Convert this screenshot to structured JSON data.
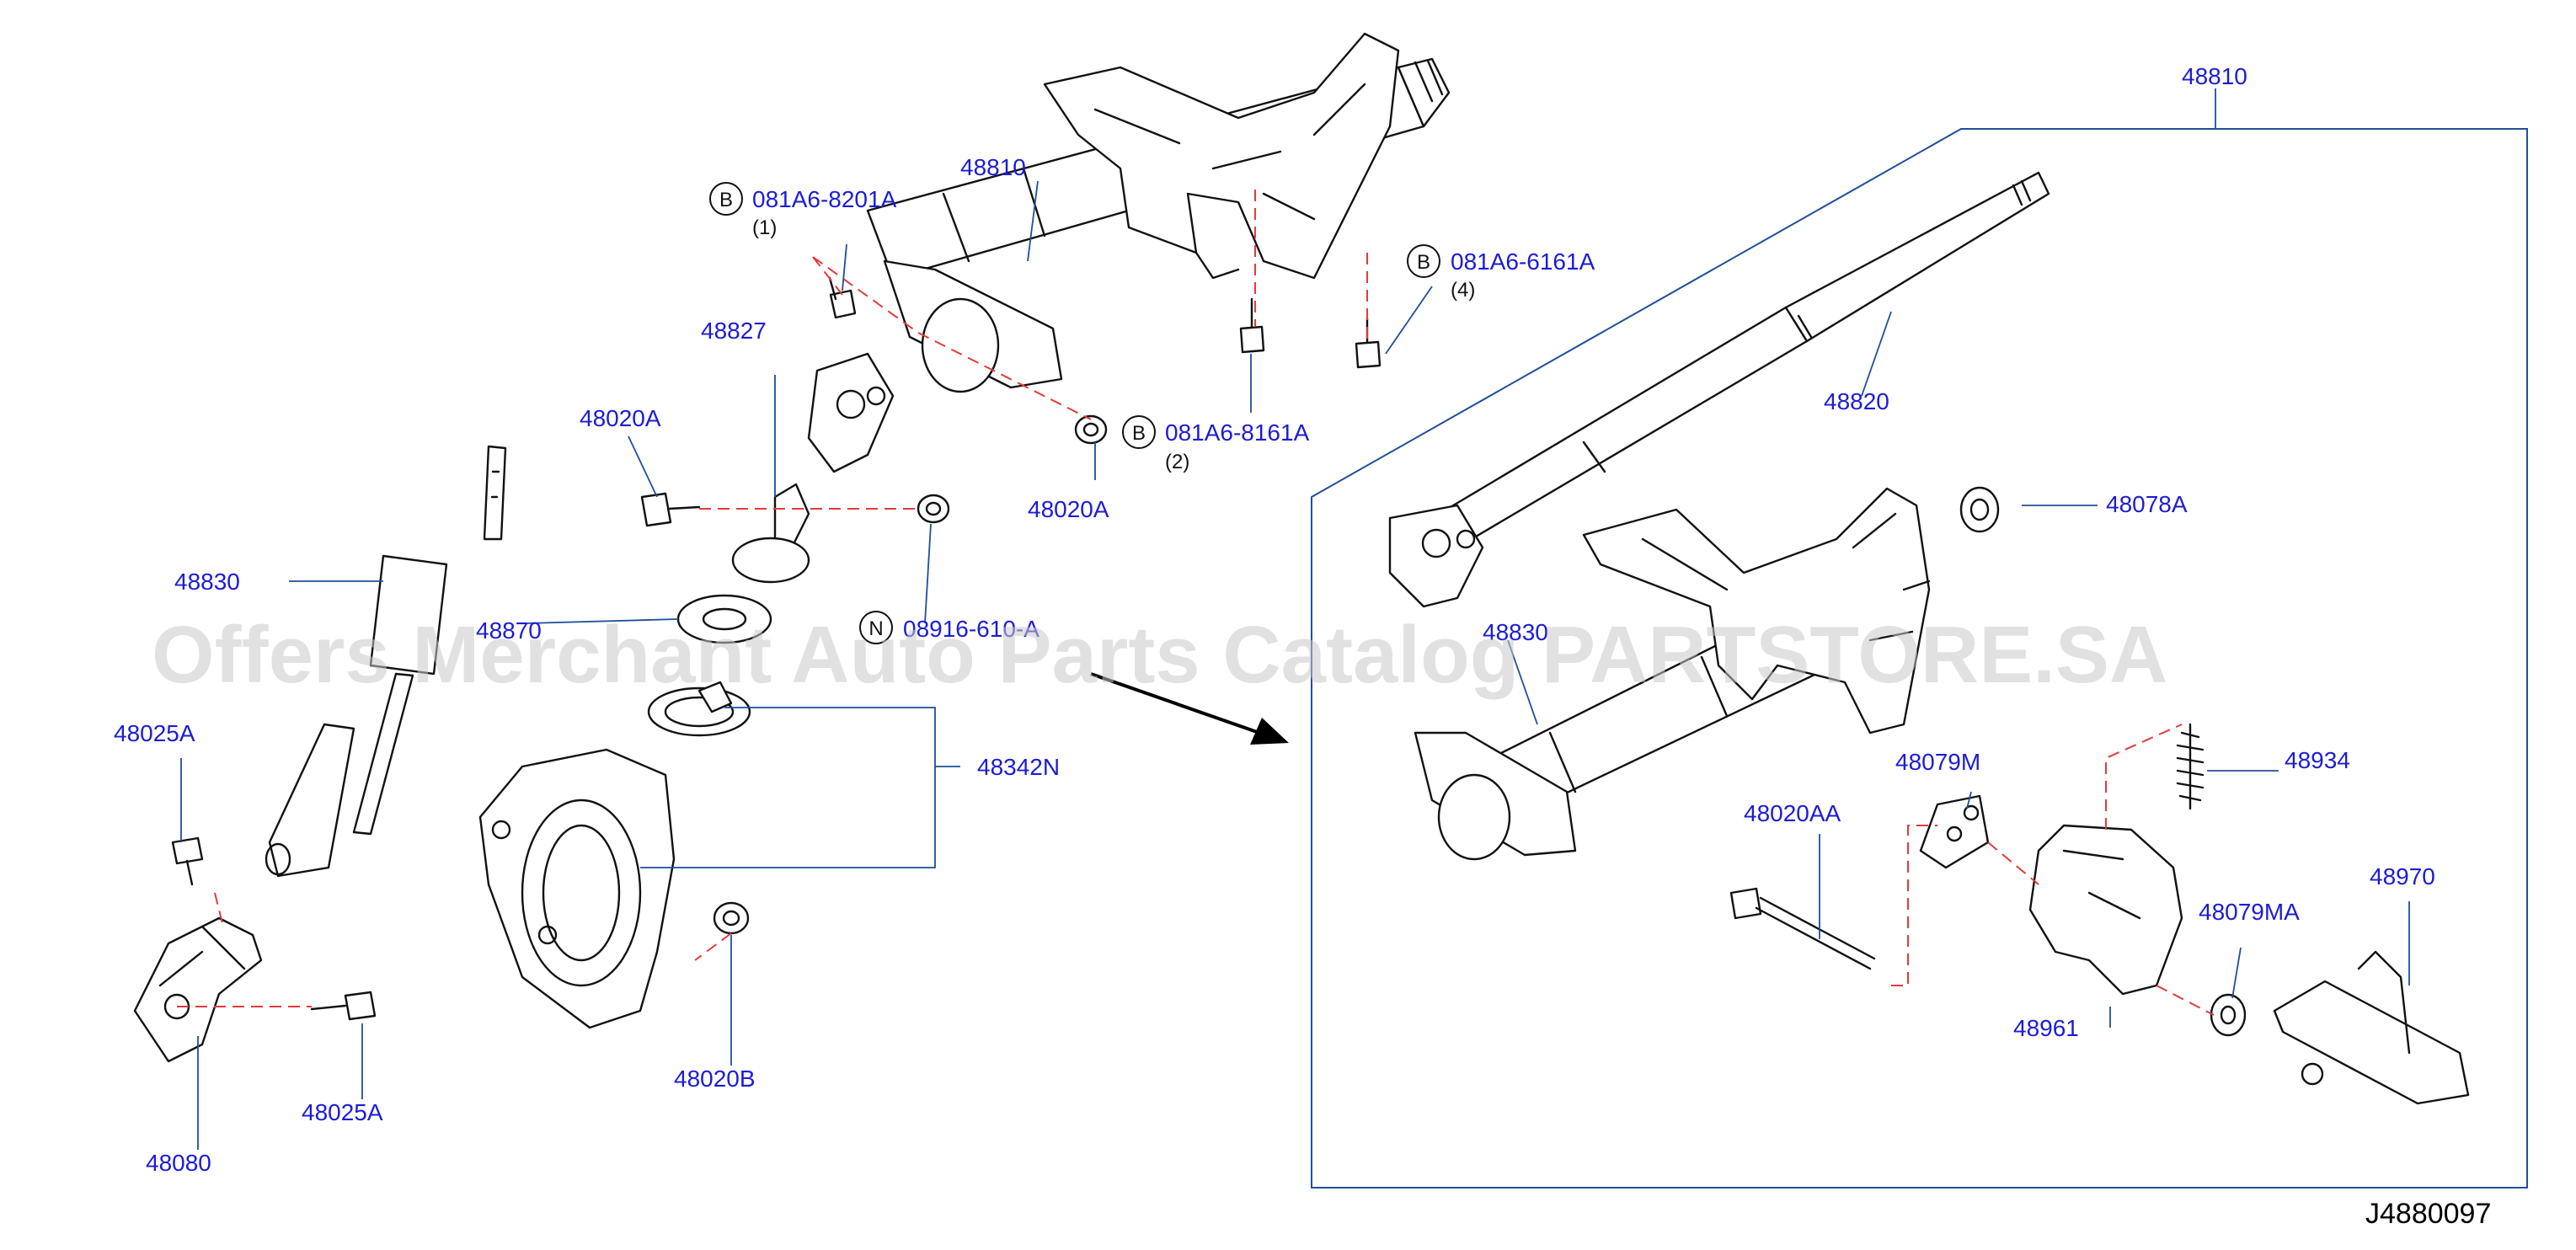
{
  "diagram": {
    "id": "J4880097",
    "watermark": "Offers Merchant Auto Parts Catalog PARTSTORE.SA",
    "colors": {
      "label": "#1c1cd6",
      "leader": "#1f4f9a",
      "dash": "#e23a3a",
      "ink": "#111111",
      "watermark": "#c8c8c8"
    },
    "labels": {
      "p48810_top": "48810",
      "p48810_main": "48810",
      "p48820": "48820",
      "p48078A": "48078A",
      "p48830_right": "48830",
      "p48827": "48827",
      "p48020A_left": "48020A",
      "p48020A_mid": "48020A",
      "p48830_left": "48830",
      "p48870": "48870",
      "p48342N": "48342N",
      "p48025A_top": "48025A",
      "p48025A_bottom": "48025A",
      "p48080": "48080",
      "p48020B": "48020B",
      "p48079M": "48079M",
      "p48934": "48934",
      "p48020AA": "48020AA",
      "p48079MA": "48079MA",
      "p48970": "48970",
      "p48961": "48961"
    },
    "fasteners": [
      {
        "badge": "B",
        "code": "081A6-8201A",
        "qty": "(1)"
      },
      {
        "badge": "B",
        "code": "081A6-6161A",
        "qty": "(4)"
      },
      {
        "badge": "B",
        "code": "081A6-8161A",
        "qty": "(2)"
      },
      {
        "badge": "N",
        "code": "08916-610-A",
        "qty": ""
      }
    ]
  }
}
